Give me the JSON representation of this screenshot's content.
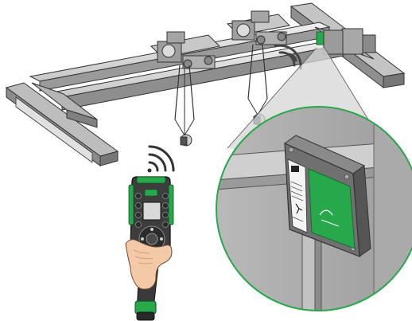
{
  "illustration": {
    "subject": "overhead-crane-remote-control",
    "components": [
      "crane-bridge",
      "trolley-left",
      "trolley-right",
      "hook-left",
      "hook-right",
      "handheld-remote",
      "receiver-box",
      "magnified-view"
    ]
  },
  "colors": {
    "accent_green": "#27a84a",
    "zoom_circle_stroke": "#27a84a",
    "steel_light": "#dcdcdc",
    "steel_mid": "#a9a9a9",
    "steel_dark": "#6e6e6e",
    "receiver_body": "#6f6f6f",
    "remote_body": "#3a3a3a",
    "skin": "#f3c9a7"
  },
  "icons": [
    "wireless-signal-icon",
    "wireless-signal-icon",
    "hand-icon"
  ]
}
